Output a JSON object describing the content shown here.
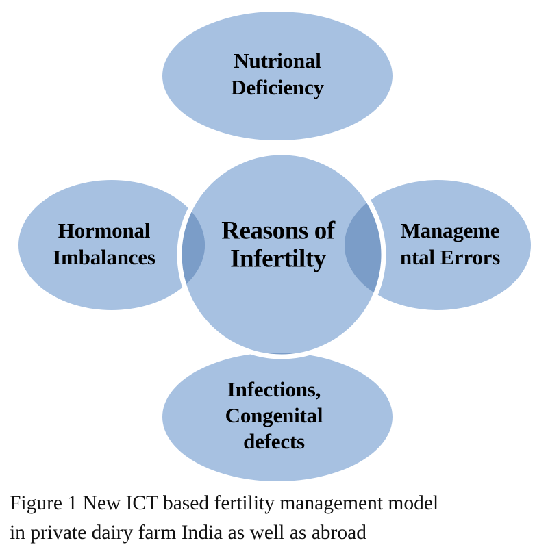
{
  "figure": {
    "caption": "Figure 1 New ICT based fertility management model in private dairy farm India as well as abroad",
    "caption_line1": "Figure 1 New ICT based fertility management model",
    "caption_line2": "in private dairy farm India as well as abroad"
  },
  "diagram": {
    "type": "venn-radial",
    "center": {
      "id": "reasons-of-infertility",
      "line1": "Reasons of",
      "line2": "Infertilty"
    },
    "nodes": [
      {
        "id": "nutritional-deficiency",
        "position": "top",
        "line1": "Nutrional",
        "line2": "Deficiency",
        "line3": ""
      },
      {
        "id": "hormonal-imbalances",
        "position": "left",
        "line1": "Hormonal",
        "line2": "Imbalances",
        "line3": ""
      },
      {
        "id": "managemental-errors",
        "position": "right",
        "line1": "Manageme",
        "line2": "ntal Errors",
        "line3": ""
      },
      {
        "id": "infections-congenital-defects",
        "position": "bottom",
        "line1": "Infections,",
        "line2": "Congenital",
        "line3": "defects"
      }
    ]
  },
  "colors": {
    "fill_light": "#a7c1e1",
    "fill_overlap": "#7b9dc8",
    "stroke_white": "#ffffff",
    "text": "#000000",
    "background": "#ffffff"
  }
}
